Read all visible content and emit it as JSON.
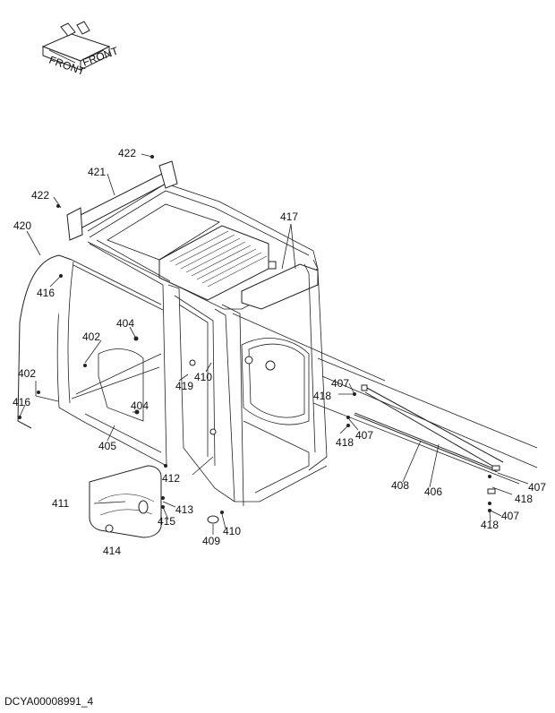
{
  "drawing_code": "DCYA00008991_4",
  "callouts": [
    {
      "id": "c422a",
      "text": "422"
    },
    {
      "id": "c421",
      "text": "421"
    },
    {
      "id": "c422b",
      "text": "422"
    },
    {
      "id": "c420",
      "text": "420"
    },
    {
      "id": "c416a",
      "text": "416"
    },
    {
      "id": "c417",
      "text": "417"
    },
    {
      "id": "c404a",
      "text": "404"
    },
    {
      "id": "c402a",
      "text": "402"
    },
    {
      "id": "c402b",
      "text": "402"
    },
    {
      "id": "c419",
      "text": "419"
    },
    {
      "id": "c410a",
      "text": "410"
    },
    {
      "id": "c416b",
      "text": "416"
    },
    {
      "id": "c404b",
      "text": "404"
    },
    {
      "id": "c405",
      "text": "405"
    },
    {
      "id": "c412",
      "text": "412"
    },
    {
      "id": "c411",
      "text": "411"
    },
    {
      "id": "c413",
      "text": "413"
    },
    {
      "id": "c415",
      "text": "415"
    },
    {
      "id": "c414",
      "text": "414"
    },
    {
      "id": "c409",
      "text": "409"
    },
    {
      "id": "c410b",
      "text": "410"
    },
    {
      "id": "c407a",
      "text": "407"
    },
    {
      "id": "c418a",
      "text": "418"
    },
    {
      "id": "c418b",
      "text": "418"
    },
    {
      "id": "c407b",
      "text": "407"
    },
    {
      "id": "c408",
      "text": "408"
    },
    {
      "id": "c406",
      "text": "406"
    },
    {
      "id": "c407c",
      "text": "407"
    },
    {
      "id": "c418c",
      "text": "418"
    },
    {
      "id": "c407d",
      "text": "407"
    },
    {
      "id": "c418d",
      "text": "418"
    }
  ],
  "orientation_icon": {
    "name": "front-orientation-icon",
    "labels": [
      "FRONT",
      "FRONT"
    ]
  }
}
